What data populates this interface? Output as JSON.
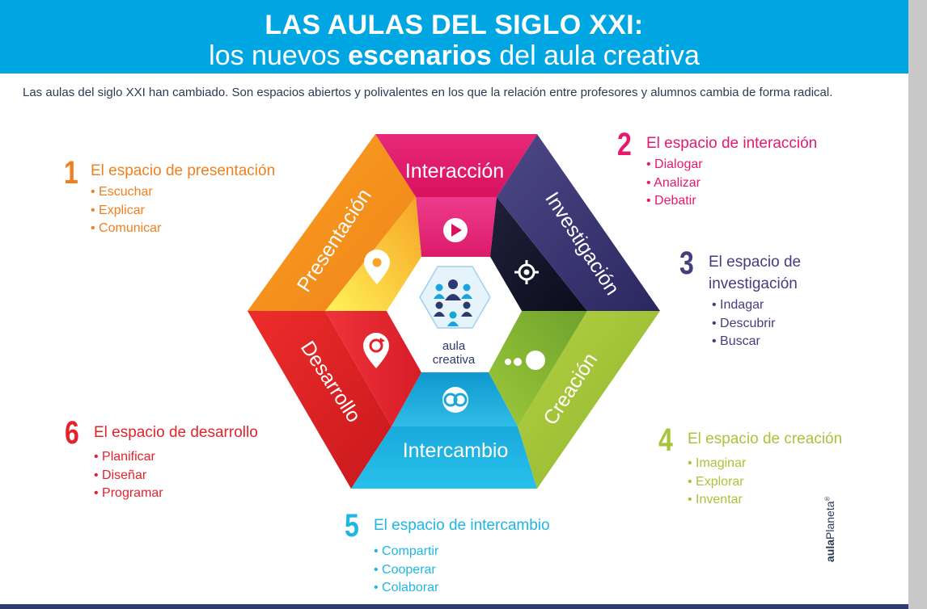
{
  "header": {
    "title_line1": "LAS AULAS DEL SIGLO XXI:",
    "title_line2_pre": "los nuevos ",
    "title_line2_bold": "escenarios",
    "title_line2_post": " del aula creativa"
  },
  "intro": "Las aulas del siglo XXI han cambiado. Son espacios abiertos y polivalentes en los que la relación entre profesores y alumnos cambia de forma radical.",
  "center": {
    "line1": "aula",
    "line2": "creativa"
  },
  "segments": {
    "interaccion": "Interacción",
    "investigacion": "Investigación",
    "creacion": "Creación",
    "intercambio": "Intercambio",
    "desarrollo": "Desarrollo",
    "presentacion": "Presentación"
  },
  "sections": [
    {
      "num": "1",
      "title": "El espacio de presentación",
      "items": [
        "• Escuchar",
        "• Explicar",
        "• Comunicar"
      ],
      "color": "#f07f1f"
    },
    {
      "num": "2",
      "title": "El espacio de interacción",
      "items": [
        "• Dialogar",
        "• Analizar",
        "• Debatir"
      ],
      "color": "#e6196e"
    },
    {
      "num": "3",
      "title_line1": "El espacio de",
      "title_line2": "investigación",
      "items": [
        "• Indagar",
        "• Descubrir",
        "• Buscar"
      ],
      "color": "#433e7e"
    },
    {
      "num": "4",
      "title": "El espacio de creación",
      "items": [
        "• Imaginar",
        "• Explorar",
        "• Inventar"
      ],
      "color": "#a8c43a"
    },
    {
      "num": "5",
      "title": "El espacio de intercambio",
      "items": [
        "• Compartir",
        "• Cooperar",
        "• Colaborar"
      ],
      "color": "#1fb6e4"
    },
    {
      "num": "6",
      "title": "El espacio de desarrollo",
      "items": [
        "• Planificar",
        "• Diseñar",
        "• Programar"
      ],
      "color": "#e52229"
    }
  ],
  "brand": {
    "bold": "aula",
    "rest": "Planeta",
    "mark": "®"
  },
  "colors": {
    "header": "#00a6e2",
    "interaccion": "#e6196e",
    "investigacion": "#433e7e",
    "creacion": "#a8c43a",
    "intercambio": "#1fb6e4",
    "desarrollo": "#e52229",
    "presentacion": "#f7941d"
  },
  "icons": {
    "interaccion": "play-icon",
    "investigacion": "crosshair-icon",
    "creacion": "dots-icon",
    "intercambio": "overlap-circles-icon",
    "desarrollo": "refresh-pin-icon",
    "presentacion": "location-pin-icon",
    "center": "people-group-icon"
  }
}
